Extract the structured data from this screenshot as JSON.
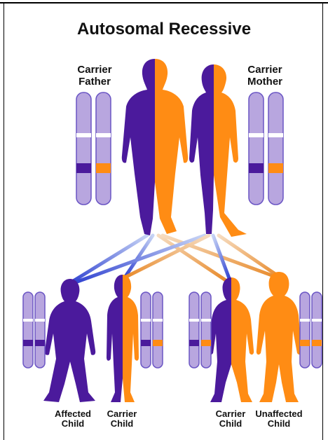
{
  "title": "Autosomal Recessive",
  "colors": {
    "affected": "#4b1a9c",
    "unaffected": "#ff8c14",
    "chromosome_fill": "#b8a6df",
    "chromosome_stroke": "#6a55c4"
  },
  "parents": [
    {
      "id": "father",
      "line1": "Carrier",
      "line2": "Father",
      "alleles": [
        "affected",
        "unaffected"
      ]
    },
    {
      "id": "mother",
      "line1": "Carrier",
      "line2": "Mother",
      "alleles": [
        "affected",
        "unaffected"
      ]
    }
  ],
  "children": [
    {
      "id": "affected",
      "line1": "Affected",
      "line2": "Child",
      "alleles": [
        "affected",
        "affected"
      ]
    },
    {
      "id": "carrier1",
      "line1": "Carrier",
      "line2": "Child",
      "alleles": [
        "affected",
        "unaffected"
      ]
    },
    {
      "id": "carrier2",
      "line1": "Carrier",
      "line2": "Child",
      "alleles": [
        "affected",
        "unaffected"
      ]
    },
    {
      "id": "unaffected",
      "line1": "Unaffected",
      "line2": "Child",
      "alleles": [
        "unaffected",
        "unaffected"
      ]
    }
  ]
}
